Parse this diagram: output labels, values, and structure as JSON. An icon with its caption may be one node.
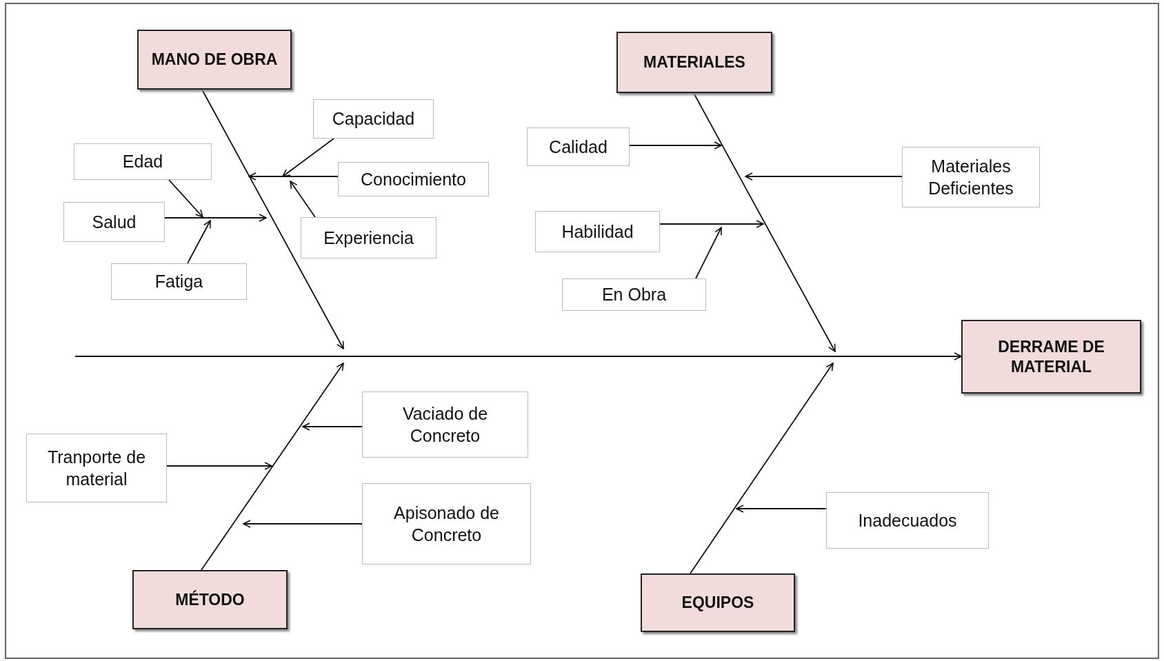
{
  "diagram": {
    "nodes": [
      {
        "text": [
          "MANO DE OBRA"
        ]
      },
      {
        "text": [
          "MATERIALES"
        ]
      },
      {
        "text": [
          "Capacidad"
        ]
      },
      {
        "text": [
          "Edad"
        ]
      },
      {
        "text": [
          "Conocimiento"
        ]
      },
      {
        "text": [
          "Salud"
        ]
      },
      {
        "text": [
          "Experiencia"
        ]
      },
      {
        "text": [
          "Fatiga"
        ]
      },
      {
        "text": [
          "Calidad"
        ]
      },
      {
        "text": [
          "Materiales Deficientes"
        ]
      },
      {
        "text": [
          "Habilidad"
        ]
      },
      {
        "text": [
          "En Obra"
        ]
      },
      {
        "text": [
          "DERRAME DE MATERIAL"
        ]
      },
      {
        "text": [
          "Vaciado de Concreto"
        ]
      },
      {
        "text": [
          "Tranporte de material"
        ]
      },
      {
        "text": [
          "Apisonado de Concreto"
        ]
      },
      {
        "text": [
          "Inadecuados"
        ]
      },
      {
        "text": [
          "MÉTODO"
        ]
      },
      {
        "text": [
          "EQUIPOS"
        ]
      }
    ],
    "edges": [
      {
        "from": null,
        "to": 12,
        "arrow": "to"
      },
      {
        "from": 0,
        "to": null,
        "arrow": "to"
      },
      {
        "from": 1,
        "to": null,
        "arrow": "to"
      },
      {
        "from": 17,
        "to": null,
        "arrow": "to"
      },
      {
        "from": 18,
        "to": null,
        "arrow": "to"
      },
      {
        "from": 2,
        "to": null,
        "arrow": "to"
      },
      {
        "from": 4,
        "to": null,
        "arrow": "to"
      },
      {
        "from": 6,
        "to": null,
        "arrow": "to"
      },
      {
        "from": 5,
        "to": null,
        "arrow": "to"
      },
      {
        "from": 3,
        "to": null,
        "arrow": "to"
      },
      {
        "from": 7,
        "to": null,
        "arrow": "to"
      },
      {
        "from": 8,
        "to": null,
        "arrow": "to"
      },
      {
        "from": 9,
        "to": null,
        "arrow": "to"
      },
      {
        "from": 10,
        "to": null,
        "arrow": "to"
      },
      {
        "from": 11,
        "to": null,
        "arrow": "to"
      },
      {
        "from": 13,
        "to": null,
        "arrow": "to"
      },
      {
        "from": 14,
        "to": null,
        "arrow": "to"
      },
      {
        "from": 15,
        "to": null,
        "arrow": "to"
      },
      {
        "from": 16,
        "to": null,
        "arrow": "to"
      }
    ]
  }
}
